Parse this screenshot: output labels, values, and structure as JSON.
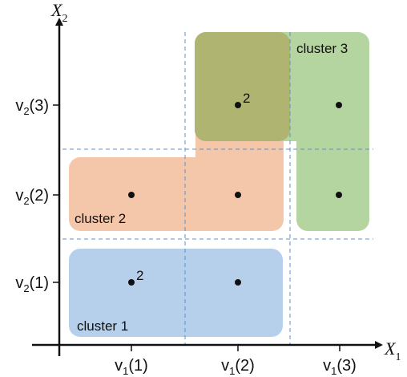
{
  "axes": {
    "x_label": {
      "main": "X",
      "sub": "1"
    },
    "y_label": {
      "main": "X",
      "sub": "2"
    },
    "x_ticks": [
      {
        "main": "v",
        "sub": "1",
        "arg": "(1)"
      },
      {
        "main": "v",
        "sub": "1",
        "arg": "(2)"
      },
      {
        "main": "v",
        "sub": "1",
        "arg": "(3)"
      }
    ],
    "y_ticks": [
      {
        "main": "v",
        "sub": "2",
        "arg": "(1)"
      },
      {
        "main": "v",
        "sub": "2",
        "arg": "(2)"
      },
      {
        "main": "v",
        "sub": "2",
        "arg": "(3)"
      }
    ]
  },
  "clusters": [
    {
      "label": "cluster 1",
      "color": "#b6d0eb"
    },
    {
      "label": "cluster 2",
      "color": "#f4c7ab"
    },
    {
      "label": "cluster 3",
      "color": "#b4d4a0"
    }
  ],
  "overlap_color": "#afb471",
  "grid_color": "#5b8fc9",
  "points": [
    {
      "x": 1,
      "y": 1,
      "count": "2"
    },
    {
      "x": 2,
      "y": 1,
      "count": ""
    },
    {
      "x": 1,
      "y": 2,
      "count": ""
    },
    {
      "x": 2,
      "y": 2,
      "count": ""
    },
    {
      "x": 3,
      "y": 2,
      "count": ""
    },
    {
      "x": 2,
      "y": 3,
      "count": "2"
    },
    {
      "x": 3,
      "y": 3,
      "count": ""
    }
  ]
}
